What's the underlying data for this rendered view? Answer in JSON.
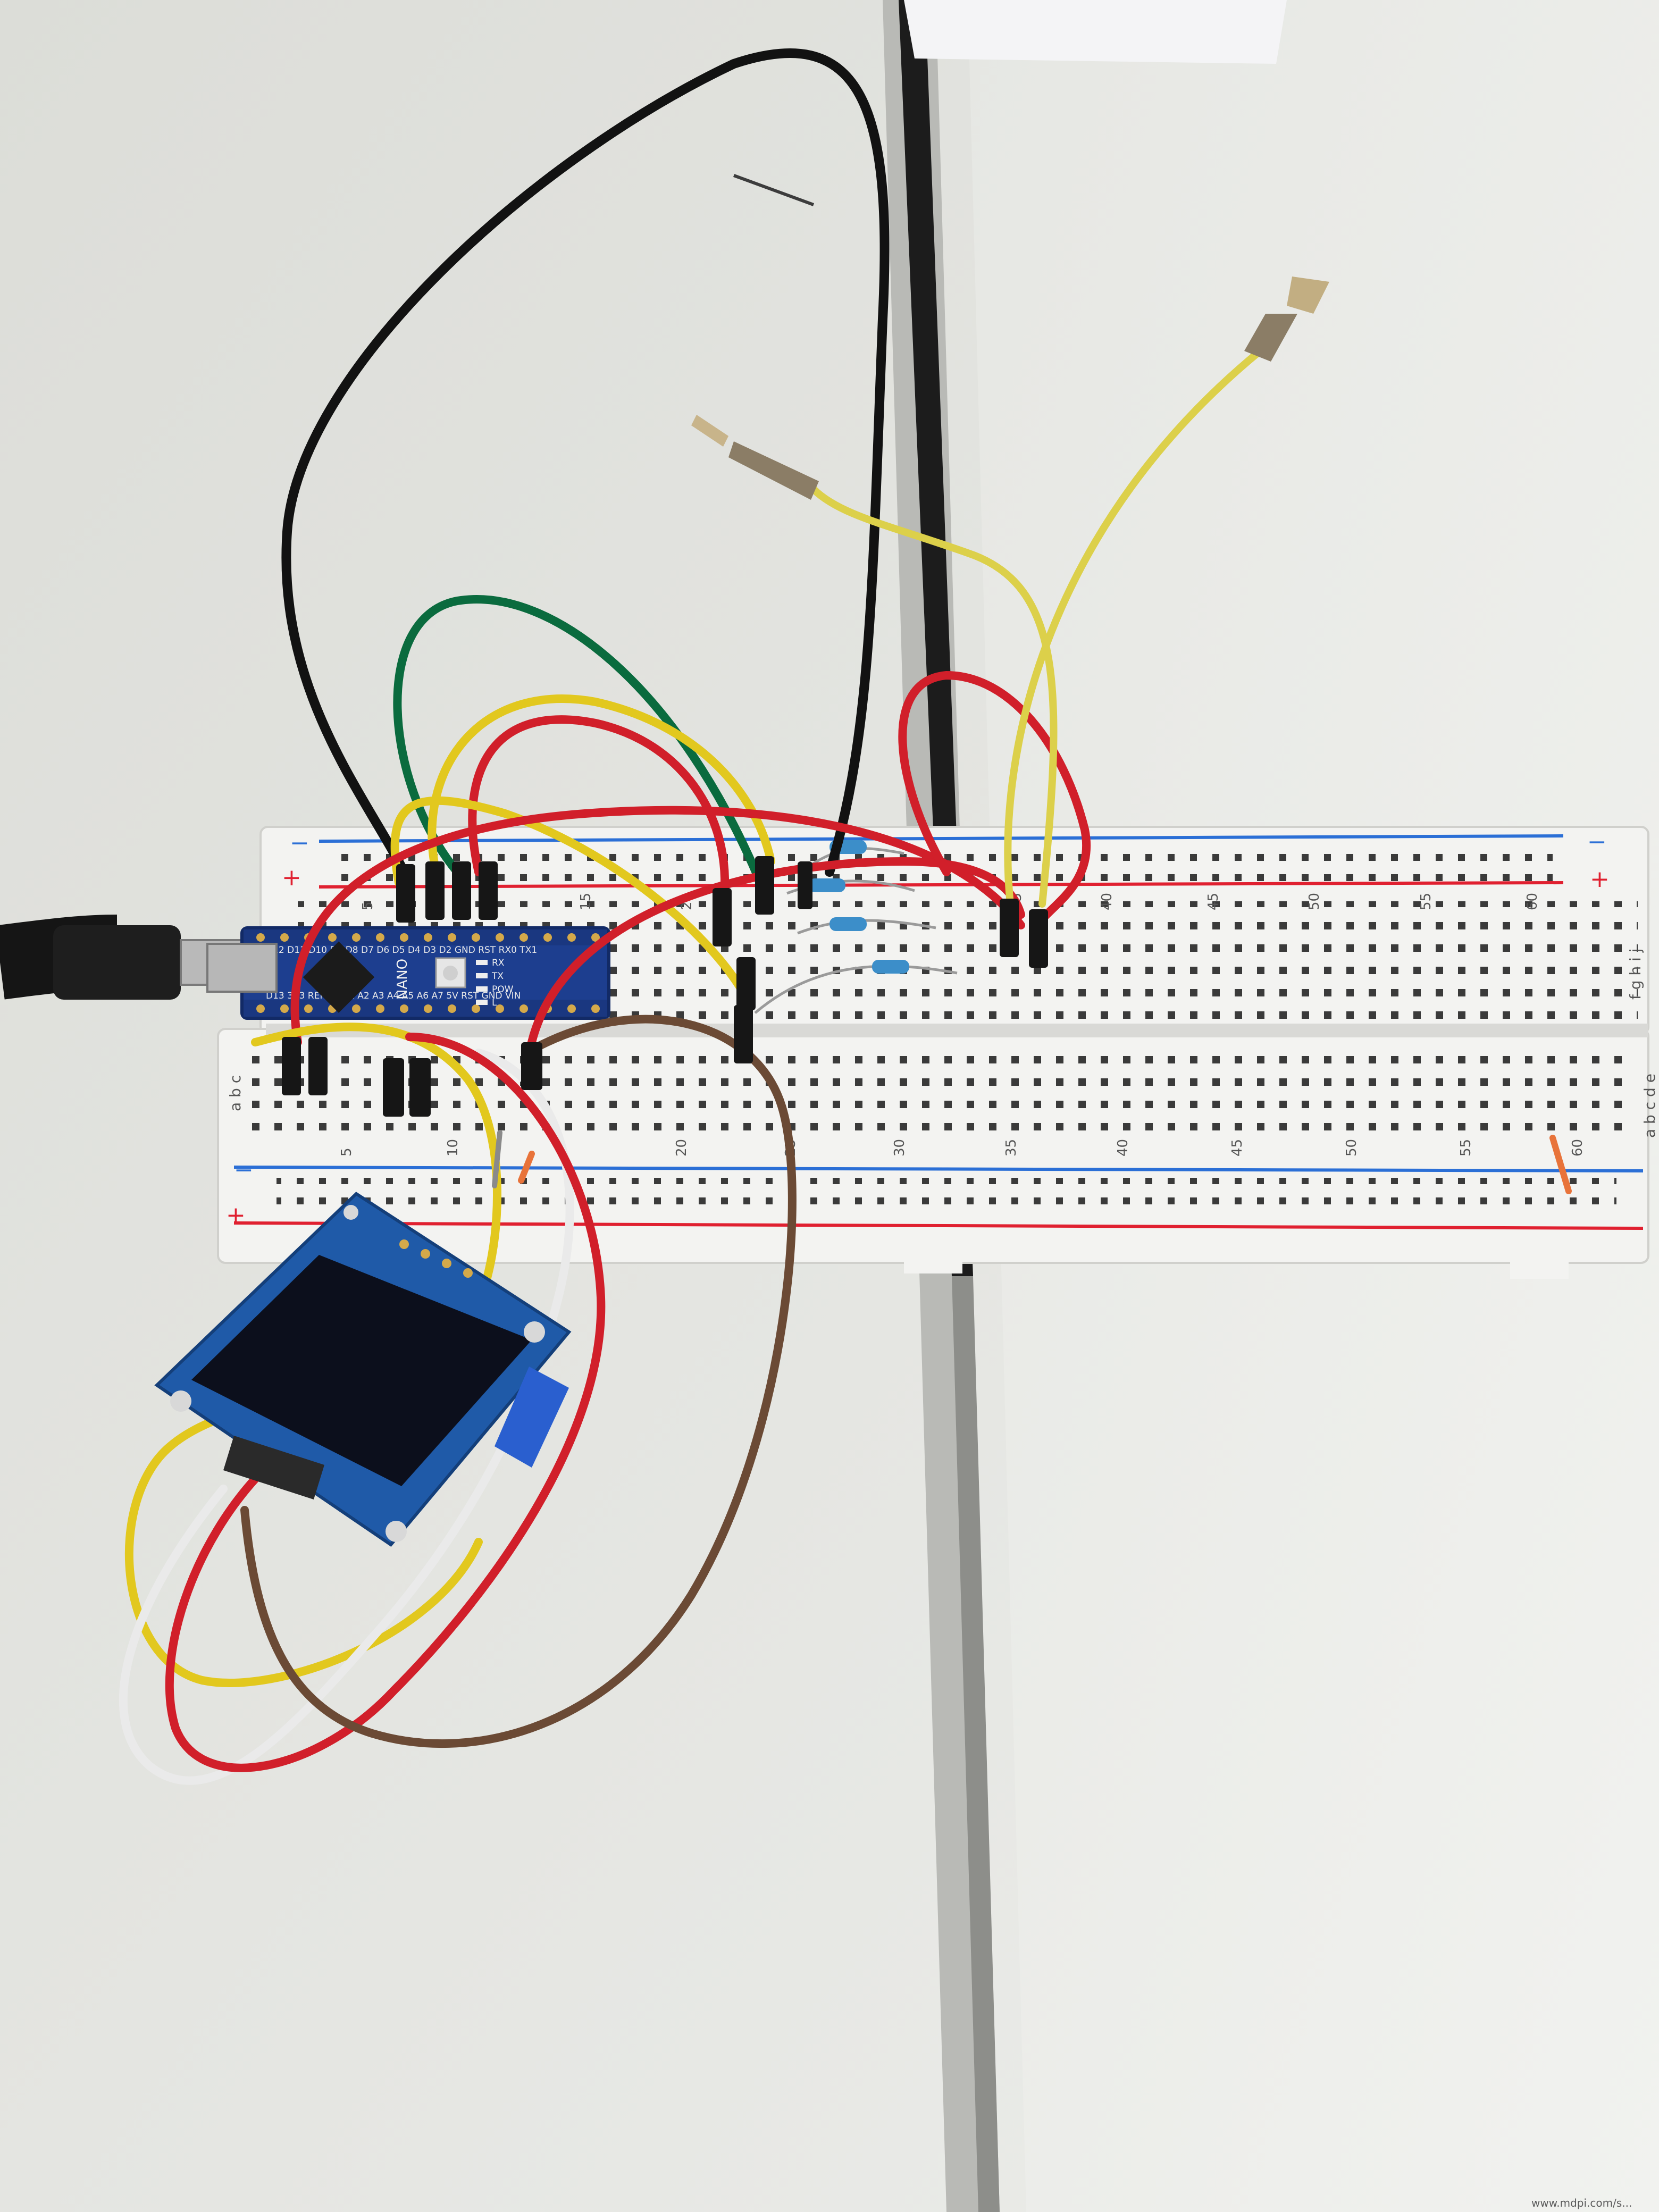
{
  "board": {
    "top_row_labels": [
      "5",
      "15",
      "20",
      "35",
      "40",
      "45",
      "50",
      "55",
      "60"
    ],
    "bottom_row_labels": [
      "5",
      "10",
      "20",
      "25",
      "30",
      "35",
      "40",
      "45",
      "50",
      "55",
      "60"
    ],
    "row_letters_right_top": "f g h i j",
    "row_letters_right_bottom": "a b c d e",
    "row_letters_left": "a b c",
    "plus_sign": "+",
    "minus_sign": "−"
  },
  "nano": {
    "name": "NANO",
    "top_pins": "D12 D11 D10 D9 D8 D7 D6 D5 D4 D3 D2 GND RST RX0 TX1",
    "bottom_pins": "D13 3V3 REF A0 A1 A2 A3 A4 A5 A6 A7 5V RST GND VIN",
    "leds": [
      "RX",
      "TX",
      "POW",
      "L"
    ]
  },
  "watermark": "www.mdpi.com/s..."
}
